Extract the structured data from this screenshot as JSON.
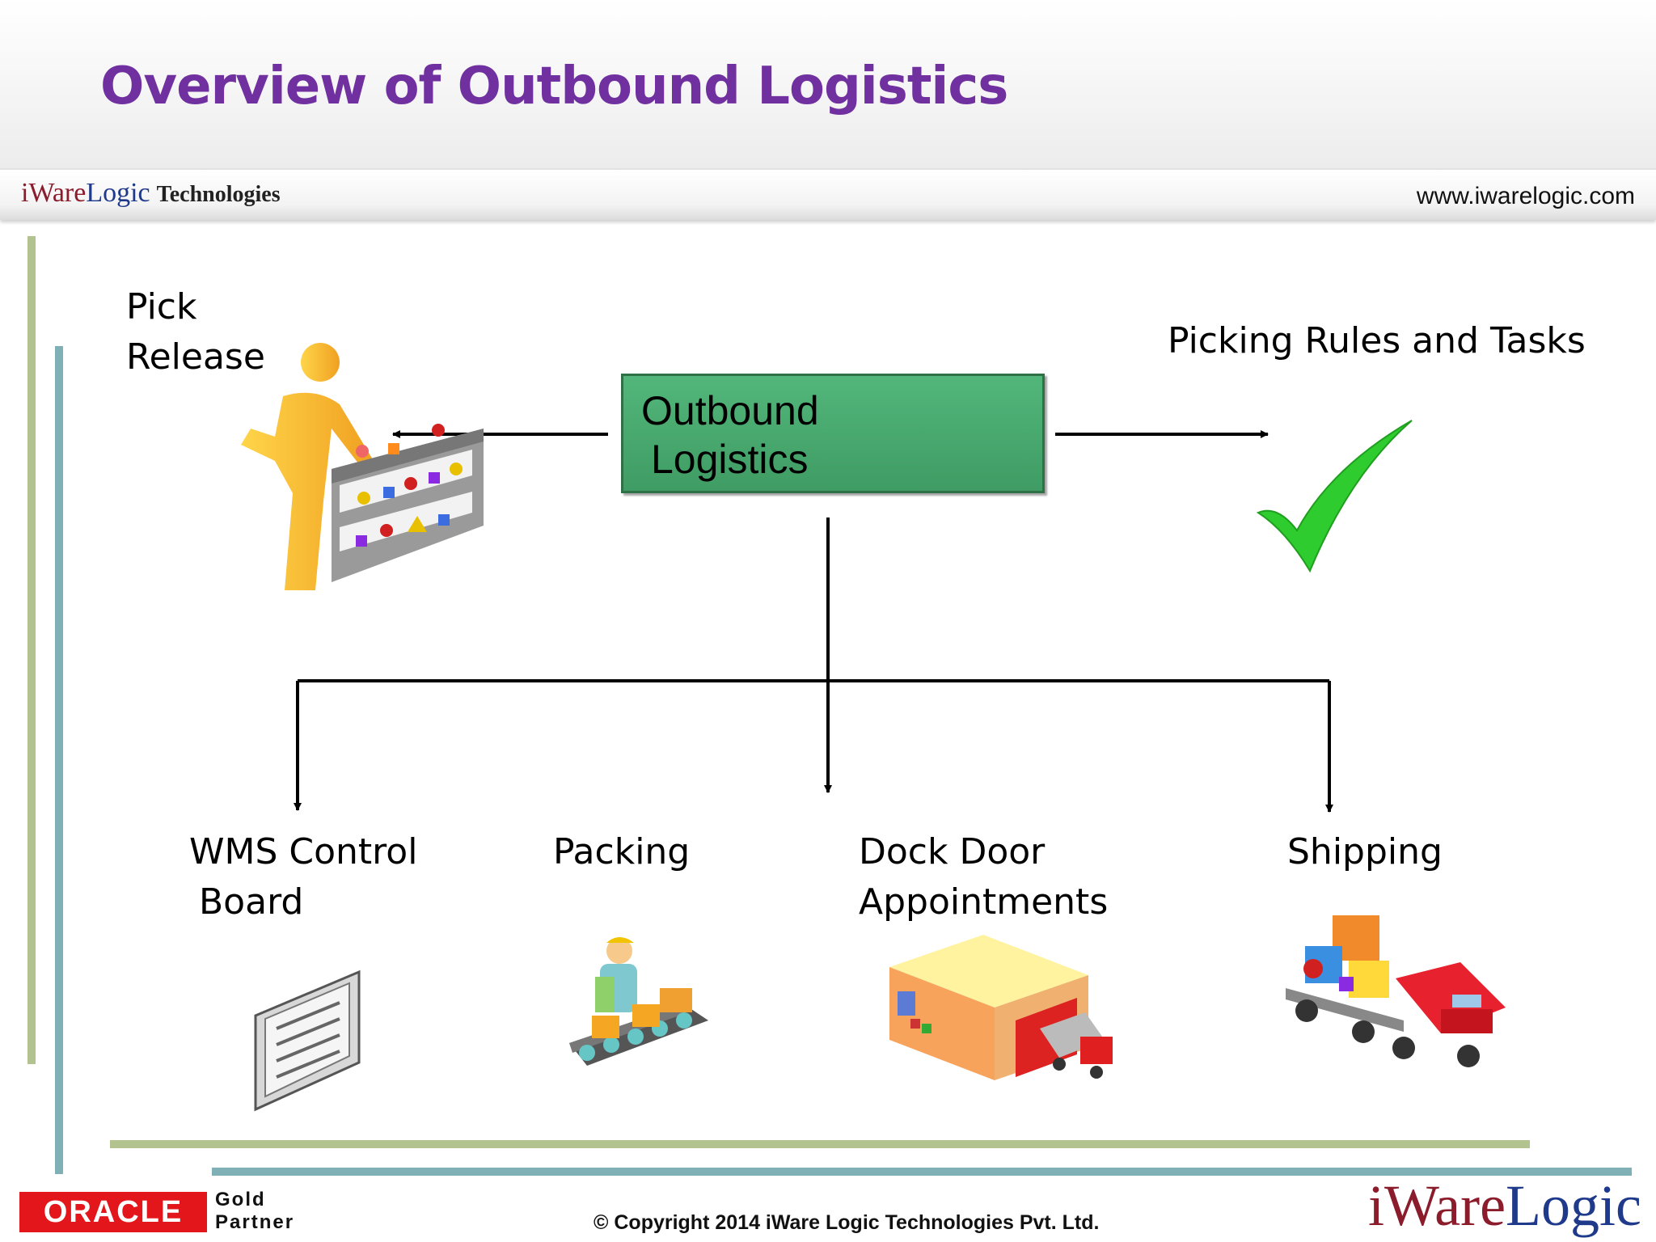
{
  "header": {
    "title": "Overview of Outbound Logistics",
    "brand_iware": "iWare",
    "brand_logic": "Logic",
    "brand_tech": "Technologies",
    "url": "www.iwarelogic.com"
  },
  "diagram": {
    "center_line1": "Outbound",
    "center_line2": "Logistics",
    "pick_release_line1": "Pick",
    "pick_release_line2": "Release",
    "picking_rules": "Picking Rules and Tasks",
    "wms_line1": "WMS Control",
    "wms_line2": "Board",
    "packing": "Packing",
    "dock_line1": "Dock Door",
    "dock_line2": "Appointments",
    "shipping": "Shipping"
  },
  "icons": [
    "person-shelf-icon",
    "checkmark-icon",
    "control-board-icon",
    "packing-worker-icon",
    "warehouse-dock-icon",
    "truck-cargo-icon"
  ],
  "colors": {
    "title": "#7030a0",
    "center_box": "#48a96e",
    "check": "#2ecc2e",
    "bar_green": "#b3c38f",
    "bar_teal": "#7fb0b6",
    "oracle_red": "#e3161b"
  },
  "footer": {
    "oracle": "ORACLE",
    "gold_line1": "Gold",
    "gold_line2": "Partner",
    "copyright": "© Copyright 2014 iWare Logic Technologies Pvt. Ltd.",
    "logo_iware": "iWare",
    "logo_logic": "Logic"
  }
}
